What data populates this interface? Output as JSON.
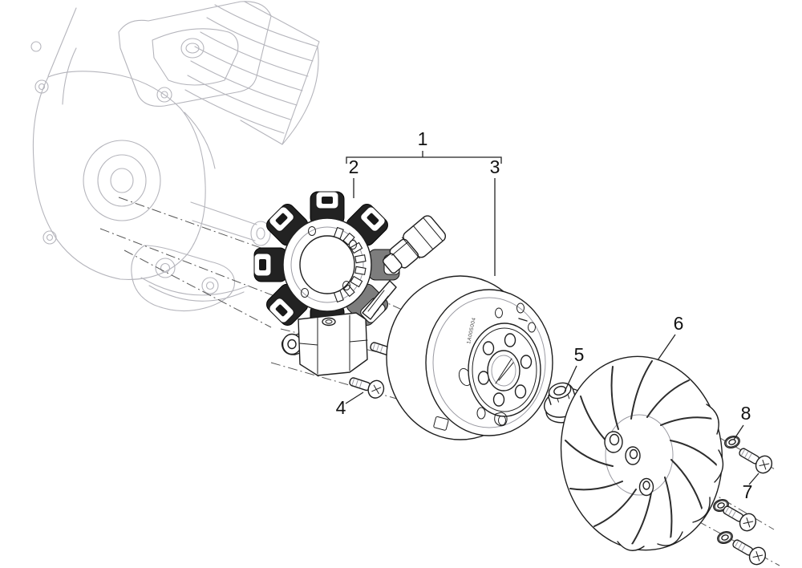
{
  "diagram": {
    "kind": "exploded-parts-diagram",
    "background": "#ffffff",
    "ink_color": "#1f1f1f",
    "ghost_color": "#b5b5bc",
    "axis_color": "#555555",
    "coil_color": "#222222"
  },
  "callouts": [
    {
      "text": "1"
    },
    {
      "text": "2"
    },
    {
      "text": "3"
    },
    {
      "text": "4"
    },
    {
      "text": "5"
    },
    {
      "text": "6"
    },
    {
      "text": "7"
    },
    {
      "text": "8"
    }
  ],
  "flywheel": {
    "marking": "1A005004"
  }
}
